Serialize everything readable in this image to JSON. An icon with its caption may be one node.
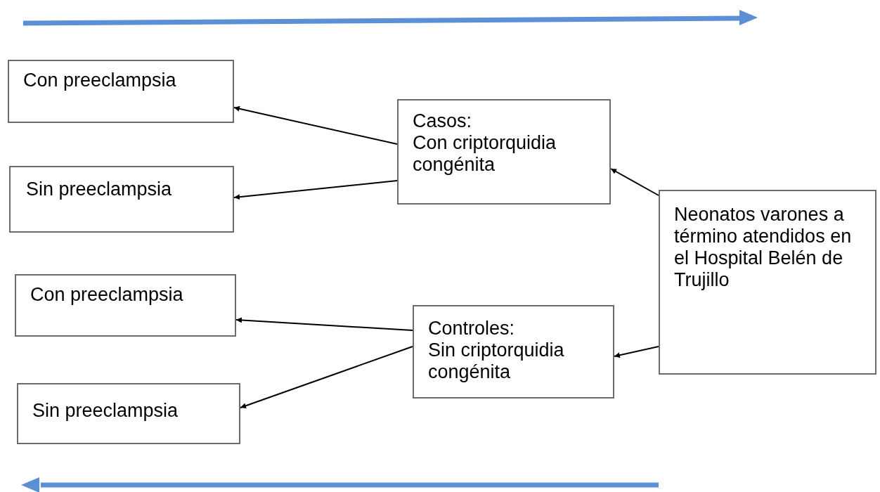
{
  "diagram": {
    "nodes": [
      {
        "text": [
          "Con preeclampsia"
        ]
      },
      {
        "text": [
          "Sin preeclampsia"
        ]
      },
      {
        "text": [
          "Con preeclampsia"
        ]
      },
      {
        "text": [
          "Sin preeclampsia"
        ]
      },
      {
        "text": [
          "Casos:",
          "Con criptorquidia congénita"
        ]
      },
      {
        "text": [
          "Controles:",
          "Sin criptorquidia congénita"
        ]
      },
      {
        "text": [
          "Neonatos varones a término atendidos en el Hospital Belén de Trujillo"
        ]
      }
    ],
    "edges": [
      {
        "from": 4,
        "to": 0,
        "arrow": "to"
      },
      {
        "from": 4,
        "to": 1,
        "arrow": "to"
      },
      {
        "from": 5,
        "to": 2,
        "arrow": "to"
      },
      {
        "from": 5,
        "to": 3,
        "arrow": "to"
      },
      {
        "from": 6,
        "to": 4,
        "arrow": "to"
      },
      {
        "from": 6,
        "to": 5,
        "arrow": "to"
      }
    ]
  }
}
